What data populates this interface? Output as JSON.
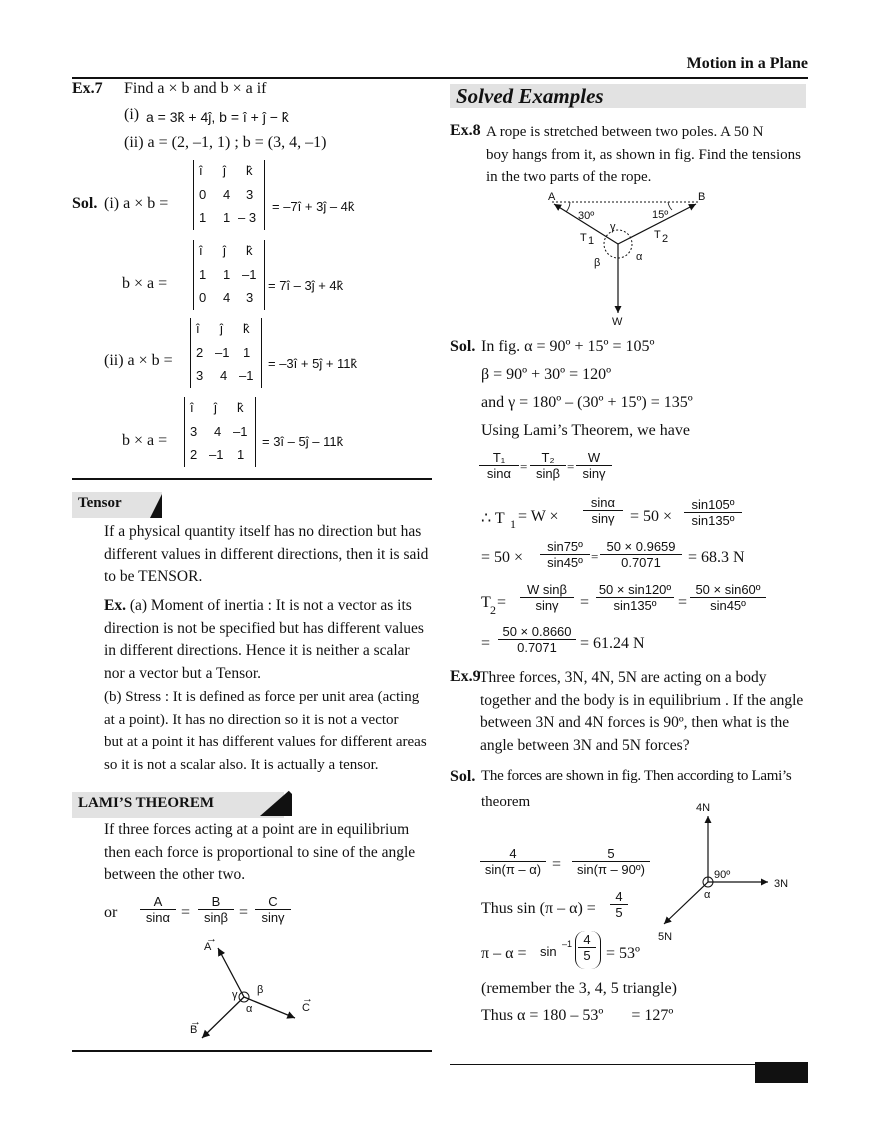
{
  "header": {
    "title": "Motion in a Plane"
  },
  "left": {
    "ex7": {
      "label": "Ex.7",
      "question": "Find a × b and b × a if",
      "part1": "(i)",
      "part1_expr": "a = 3k̂ + 4ĵ,  b = î + ĵ − k̂",
      "part2": "(ii) a = (2, –1, 1) ; b = (3, 4, –1)",
      "sol_label": "Sol.",
      "sol_i": "(i)   a × b =",
      "det1": [
        "î",
        "ĵ",
        "k̂",
        "0",
        "4",
        "3",
        "1",
        "1",
        "– 3"
      ],
      "det1_res": "= –7î + 3ĵ – 4k̂",
      "bxa": "b × a =",
      "det2": [
        "î",
        "ĵ",
        "k̂",
        "1",
        "1",
        "–1",
        "0",
        "4",
        "3"
      ],
      "det2_res": "= 7î – 3ĵ + 4k̂",
      "sol_ii": "(ii) a × b =",
      "det3": [
        "î",
        "ĵ",
        "k̂",
        "2",
        "–1",
        "1",
        "3",
        "4",
        "–1"
      ],
      "det3_res": "= –3î + 5ĵ + 11k̂",
      "bxa2": "b × a =",
      "det4": [
        "î",
        "ĵ",
        "k̂",
        "3",
        "4",
        "–1",
        "2",
        "–1",
        "1"
      ],
      "det4_res": "=  3î – 5ĵ – 11k̂"
    },
    "tensor": {
      "heading": "Tensor",
      "lines": [
        "If a physical quantity itself has no direction but has",
        "different values in different directions, then it is said",
        "to be TENSOR."
      ],
      "ex_label": "Ex.",
      "ex_lines": [
        "(a) Moment of inertia : It is not a vector as its",
        "direction is not be specified but has different values",
        "in different directions. Hence it is  neither a scalar",
        "nor a vector but a Tensor."
      ],
      "b_lines": [
        "(b) Stress : It is defined as force per unit area (acting",
        "at a point). It has no direction so it is not a vector",
        "but at a point it has different values for different areas",
        "so it is not a scalar also. It is actually a tensor."
      ]
    },
    "lami": {
      "heading": "LAMI’S THEOREM",
      "lines": [
        "If three forces acting at a point are in equilibrium",
        "then each force is proportional to sine of the angle",
        "between the other two."
      ],
      "or": "or",
      "frac": [
        [
          "A",
          "sinα"
        ],
        [
          "B",
          "sinβ"
        ],
        [
          "C",
          "sinγ"
        ]
      ],
      "eq": "=",
      "fig": {
        "A": "A",
        "B": "B",
        "C": "C",
        "alpha": "α",
        "beta": "β",
        "gamma": "γ"
      }
    }
  },
  "right": {
    "heading": "Solved Examples",
    "ex8": {
      "label": "Ex.8",
      "lines": [
        "A rope is stretched between two poles. A 50 N",
        "boy hangs from it, as shown in fig. Find the tensions",
        "in the two parts of the rope."
      ],
      "fig": {
        "A": "A",
        "B": "B",
        "a30": "30º",
        "a15": "15º",
        "T1": "T",
        "T1s": "1",
        "T2": "T",
        "T2s": "2",
        "gamma": "γ",
        "beta": "β",
        "alpha": "α",
        "W": "W"
      }
    },
    "sol8": {
      "label": "Sol.",
      "l1": "In fig.  α = 90º + 15º = 105º",
      "l2": "β = 90º + 30º = 120º",
      "l3": "and γ = 180º – (30º + 15º) = 135º",
      "l4": "Using Lami’s Theorem, we have",
      "lami": [
        [
          "T₁",
          "sinα"
        ],
        [
          "T₂",
          "sinβ"
        ],
        [
          "W",
          "sinγ"
        ]
      ],
      "t1_pre": "∴  T",
      "t1_sub": "1",
      "t1_eq": " = W ×",
      "t1_f1": [
        "sinα",
        "sinγ"
      ],
      "t1_mid": "= 50 ×",
      "t1_f2": [
        "sin105º",
        "sin135º"
      ],
      "r2_pre": "=  50 ×",
      "r2_f1": [
        "sin75º",
        "sin45º"
      ],
      "r2_f2": [
        "50 × 0.9659",
        "0.7071"
      ],
      "r2_res": "= 68.3  N",
      "t2_pre": "T",
      "t2_sub": "2",
      "t2_eq": " =",
      "t2_f1": [
        "W sinβ",
        "sinγ"
      ],
      "t2_f2": [
        "50 × sin120º",
        "sin135º"
      ],
      "t2_f3": [
        "50 × sin60º",
        "sin45º"
      ],
      "r4_f": [
        "50 × 0.8660",
        "0.7071"
      ],
      "r4_res": "= 61.24  N",
      "eq": "=",
      "eq2": "="
    },
    "ex9": {
      "label": "Ex.9",
      "lines": [
        "Three forces, 3N, 4N, 5N are acting on a body",
        "together and the body is in equilibrium . If the angle",
        "between 3N and 4N forces is 90º, then what is the",
        "angle between 3N and 5N forces?"
      ]
    },
    "sol9": {
      "label": "Sol.",
      "l1": "The forces are shown in fig. Then according to Lami’s",
      "l2": "theorem",
      "f1": [
        "4",
        "sin(π – α)"
      ],
      "f2": [
        "5",
        "sin(π – 90º)"
      ],
      "eq": "=",
      "thus1": "Thus sin (π – α) =",
      "thus1_f": [
        "4",
        "5"
      ],
      "pi_line": "π – α =",
      "sin_inv": "sin",
      "sup": "–1",
      "inv_f": [
        "4",
        "5"
      ],
      "res": "= 53º",
      "remember": "(remember the 3, 4, 5 triangle)",
      "thus2": "Thus α = 180 – 53º       = 127º",
      "fig": {
        "n4": "4N",
        "n3": "3N",
        "n5": "5N",
        "a90": "90º",
        "alpha": "α"
      }
    }
  }
}
